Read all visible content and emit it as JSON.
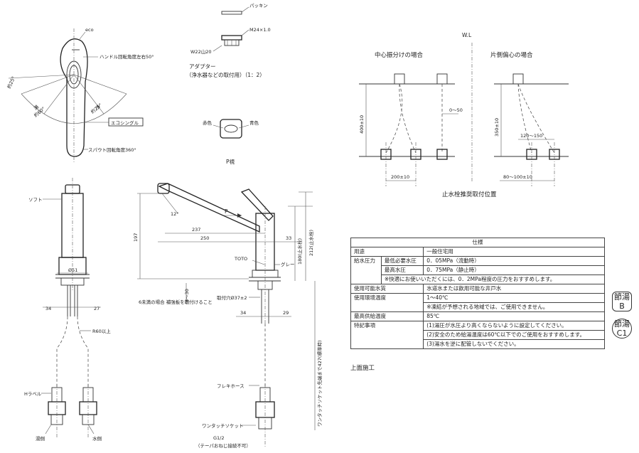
{
  "labels": {
    "packing": "パッキン",
    "adapter_thread": "M24×1.0",
    "adapter_w": "W22山20",
    "adapter_title": "アダプター",
    "adapter_sub": "（浄水器などの取付用）（1：2）",
    "eco": "eco",
    "handle_angle": "ハンドル回転角度左右50°",
    "eco_single": "エコシングル",
    "spout_rotation": "スパウト回転角度360°",
    "hot": "湯",
    "water": "水",
    "angle_60": "約60°",
    "angle_25": "約25°",
    "angle_left": "約25°",
    "red_color": "赤色",
    "blue_color": "青色",
    "p_view": "P視",
    "soft": "ソフト",
    "dim_51": "Ø51",
    "dim_34a": "34",
    "dim_27": "27",
    "r60": "R60以上",
    "h_label": "Hラベル",
    "hot_side": "湯側",
    "water_side": "水側",
    "angle_12": "12°",
    "dim_237": "237",
    "dim_250": "250",
    "dim_33": "33",
    "dim_197": "197",
    "dim_212": "212(止水栓)",
    "dim_180": "180(止水栓)",
    "dim_8_30": "8～30",
    "p_arrow": "P",
    "toto": "TOTO",
    "gray": "グレー",
    "hole": "取付穴Ø37±2",
    "reinforce": "6未満の場合\n補強板を取付けること",
    "dim_34b": "34",
    "dim_29": "29",
    "flexhose": "フレキホース",
    "onetouch": "ワンタッチソケット",
    "thread": "G1/2",
    "thread_note": "（テーパおねじ接続不可）",
    "onetouch_vertical": "ワンタッチソケット先端まで427(標準時)",
    "wl": "W.L",
    "center_title": "中心振分けの場合",
    "side_title": "片側偏心の場合",
    "dim_400": "400±10",
    "dim_0_50": "0～50",
    "dim_200": "200±10",
    "dim_350": "350±10",
    "dim_120_150": "120～150",
    "dim_80_100": "80～100±10",
    "valve_caption": "止水栓推奨取付位置",
    "top_install": "上面施工",
    "badge_b_top": "節湯",
    "badge_b": "B",
    "badge_c1_top": "節湯",
    "badge_c1": "C1"
  },
  "spec": {
    "title": "仕様",
    "use_label": "用途",
    "use_value": "一般住宅用",
    "pressure_label": "給水圧力",
    "min_label": "最低必要水圧",
    "min_value": "0．05MPa（流動時）",
    "max_label": "最高水圧",
    "max_value": "0．75MPa（静止時）",
    "pressure_note": "※快適にお使いいただくには、0．2MPa程度の圧力をおすすめします。",
    "water_label": "使用可能水質",
    "water_value": "水道水または飲用可能な井戸水",
    "temp_label": "使用環境温度",
    "temp_value": "1～40℃",
    "temp_note": "※凍結が予想される地域では、ご使用できません。",
    "maxtemp_label": "最高供給温度",
    "maxtemp_value": "85℃",
    "notes_label": "特記事項",
    "note1": "(1)湯圧が水圧より高くならないように設定してください。",
    "note2": "(2)安全のため給湯温度は60℃以下でのご使用をおすすめします。",
    "note3": "(3)湯水を逆に配管しないでください。"
  }
}
